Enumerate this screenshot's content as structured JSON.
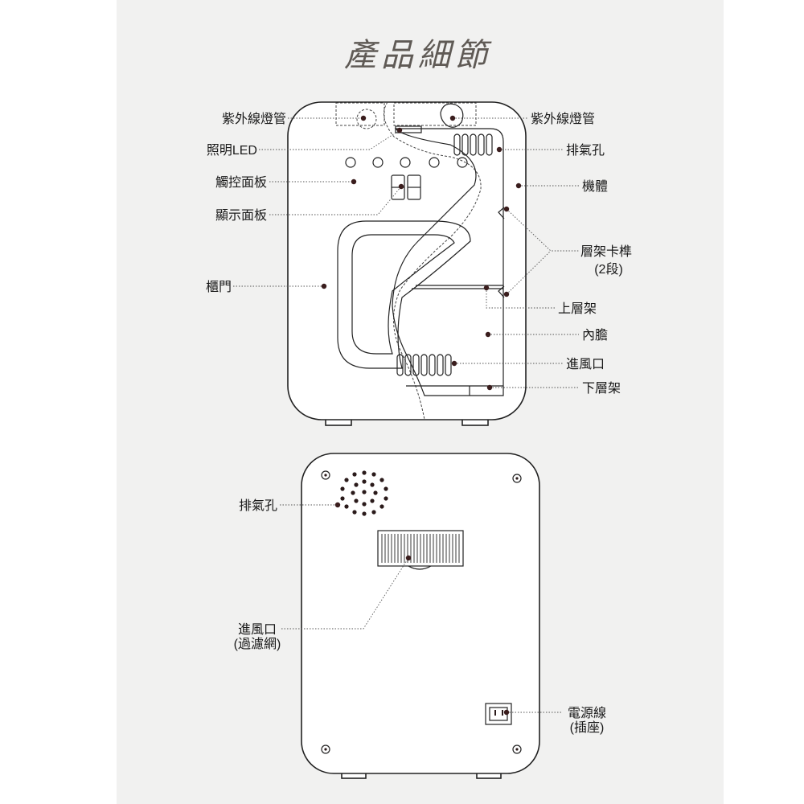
{
  "title": "產品細節",
  "front_labels": {
    "uv_lamp_left": "紫外線燈管",
    "uv_lamp_right": "紫外線燈管",
    "led": "照明LED",
    "exhaust": "排氣孔",
    "touch_panel": "觸控面板",
    "body": "機體",
    "display": "顯示面板",
    "rail_line1": "層架卡榫",
    "rail_line2": "(2段)",
    "door": "櫃門",
    "upper_rack": "上層架",
    "liner": "內膽",
    "intake": "進風口",
    "lower_rack": "下層架"
  },
  "back_labels": {
    "exhaust": "排氣孔",
    "intake_line1": "進風口",
    "intake_line2": "(過濾網)",
    "power_line1": "電源線",
    "power_line2": "(插座)"
  },
  "display_digits": "88"
}
